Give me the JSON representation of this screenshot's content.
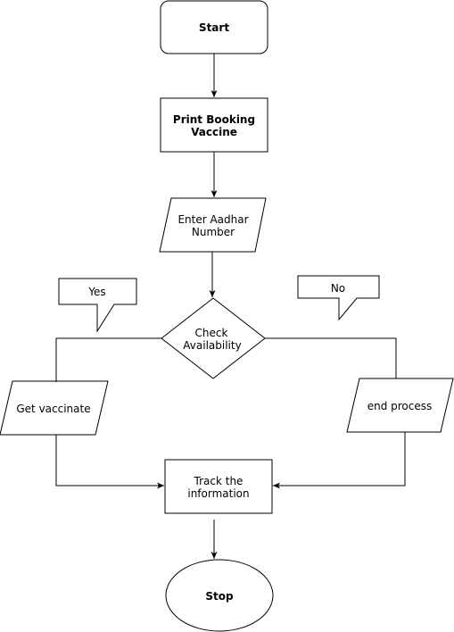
{
  "colors": {
    "stroke": "#000000",
    "fill": "#ffffff",
    "text": "#000000"
  },
  "nodes": {
    "start": "Start",
    "print_booking": [
      "Print Booking",
      "Vaccine"
    ],
    "enter_aadhar": [
      "Enter Aadhar",
      "Number"
    ],
    "check": [
      "Check",
      "Availability"
    ],
    "get_vaccinate": "Get vaccinate",
    "end_process": "end process",
    "track": [
      "Track the",
      "information"
    ],
    "stop": "Stop"
  },
  "callouts": {
    "yes": "Yes",
    "no": "No"
  }
}
